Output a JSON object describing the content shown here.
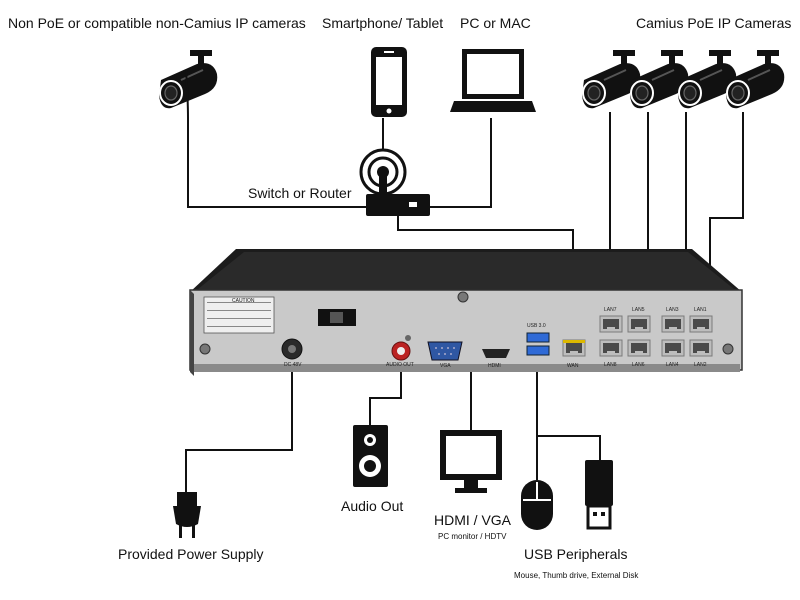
{
  "labels": {
    "non_poe_cameras": "Non PoE or compatible non-Camius IP cameras",
    "smartphone": "Smartphone/ Tablet",
    "pc_mac": "PC or MAC",
    "poe_cameras": "Camius PoE IP Cameras",
    "switch_router": "Switch or Router",
    "power_supply": "Provided Power Supply",
    "audio_out": "Audio Out",
    "hdmi_vga": "HDMI / VGA",
    "hdmi_vga_sub": "PC monitor / HDTV",
    "usb_peripherals": "USB Peripherals",
    "usb_sub": "Mouse, Thumb drive, External Disk"
  },
  "panel": {
    "caution": "CAUTION",
    "dc_in": "DC 48V",
    "audio_out": "AUDIO OUT",
    "vga": "VGA",
    "hdmi": "HDMI",
    "usb": "USB 3.0",
    "wan": "WAN",
    "lan7": "LAN7",
    "lan5": "LAN5",
    "lan3": "LAN3",
    "lan1": "LAN1",
    "lan8": "LAN8",
    "lan6": "LAN6",
    "lan4": "LAN4",
    "lan2": "LAN2"
  },
  "icons": {
    "camera": "bullet-camera-icon",
    "phone": "smartphone-icon",
    "laptop": "laptop-icon",
    "router": "router-icon",
    "plug": "power-plug-icon",
    "speaker": "speaker-icon",
    "monitor": "monitor-icon",
    "mouse": "mouse-icon",
    "usb": "usb-drive-icon"
  }
}
